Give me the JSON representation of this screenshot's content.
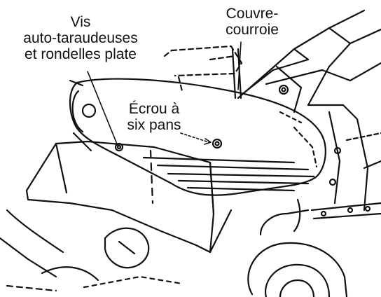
{
  "labels": {
    "screws": {
      "line1": "Vis",
      "line2": "auto-taraudeuses",
      "line3": "et rondelles plate"
    },
    "belt_cover": {
      "line1": "Couvre-",
      "line2": "courroie"
    },
    "hex_nut": {
      "line1": "Écrou à",
      "line2": "six pans"
    }
  },
  "colors": {
    "ink": "#111111",
    "paper": "#ffffff"
  }
}
